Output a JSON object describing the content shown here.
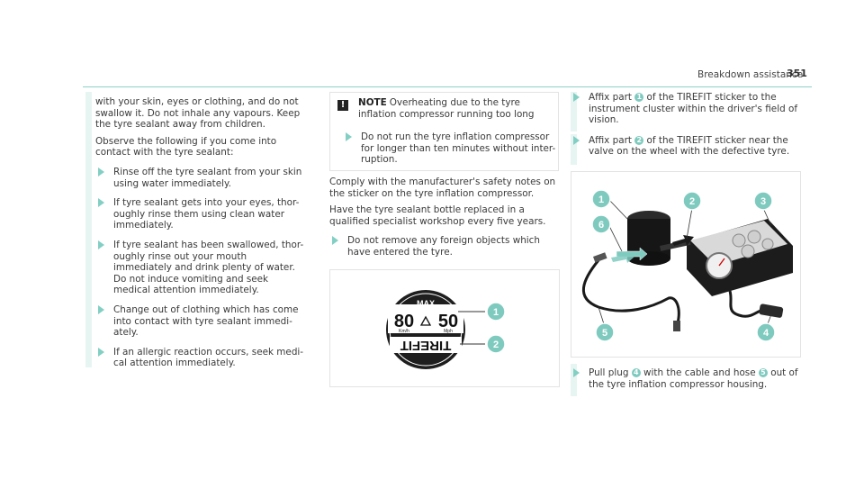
{
  "header": {
    "title": "Breakdown assistance",
    "page": "351"
  },
  "col1": {
    "intro": "with your skin, eyes or clothing, and do not swallow it. Do not inhale any vapours. Keep the tyre sealant away from children.",
    "observe": "Observe the following if you come into contact with the tyre sealant:",
    "bullets": [
      "Rinse off the tyre sealant from your skin using water immediately.",
      "If tyre sealant gets into your eyes, thor-oughly rinse them using clean water immediately.",
      "If tyre sealant has been swallowed, thor-oughly rinse out your mouth immediately and drink plenty of water. Do not induce vomiting and seek medical attention immediately.",
      "Change out of clothing which has come into contact with tyre sealant immedi-ately.",
      "If an allergic reaction occurs, seek medi-cal attention immediately."
    ]
  },
  "note": {
    "icon": "!",
    "label": "NOTE",
    "text": "Overheating due to the tyre inflation compressor running too long",
    "bullet": "Do not run the tyre inflation compressor for longer than ten minutes without inter-ruption."
  },
  "col2": {
    "p1": "Comply with the manufacturer's safety notes on the sticker on the tyre inflation compressor.",
    "p2": "Have the tyre sealant bottle replaced in a qualified specialist workshop every five years.",
    "bullet": "Do not remove any foreign objects which have entered the tyre."
  },
  "sticker": {
    "max": "MAX",
    "v1": "80",
    "v2": "50",
    "u1": "Km/h",
    "u2": "Mph",
    "brand": "TIREFIT",
    "callouts": [
      "1",
      "2"
    ]
  },
  "col3": {
    "b1_pre": "Affix part",
    "b1_num": "1",
    "b1_post": "of the TIREFIT sticker to the instrument cluster within the driver's field of vision.",
    "b2_pre": "Affix part",
    "b2_num": "2",
    "b2_post": "of the TIREFIT sticker near the valve on the wheel with the defective tyre.",
    "b3_pre": "Pull plug",
    "b3_num1": "4",
    "b3_mid": "with the cable and hose",
    "b3_num2": "5",
    "b3_post": "out of the tyre inflation compressor housing."
  },
  "kit": {
    "callouts": [
      "1",
      "2",
      "3",
      "4",
      "5",
      "6"
    ]
  },
  "colors": {
    "accent": "#7fcabf",
    "stripe": "#e7f5f2",
    "rule": "#8fcfc6"
  }
}
